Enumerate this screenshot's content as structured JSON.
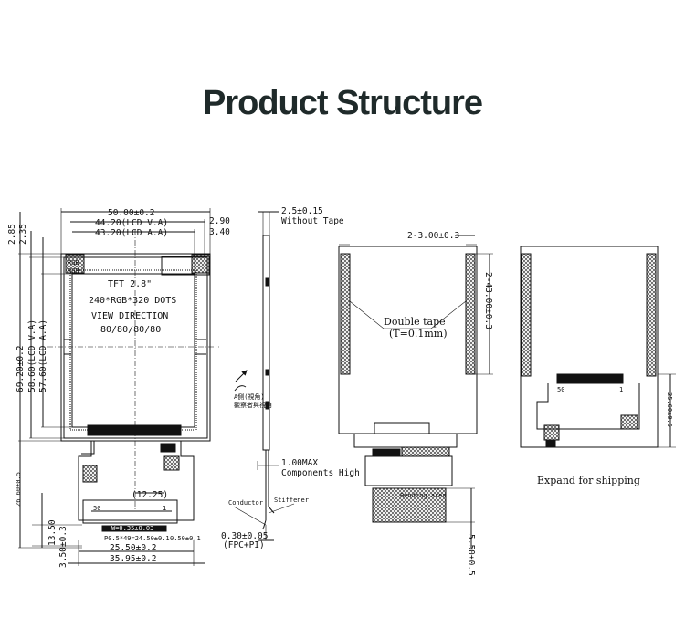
{
  "title": "Product Structure",
  "front_view": {
    "dims": {
      "outline_width": "50.00±0.2",
      "va_width": "44.20(LCD V.A)",
      "aa_width": "43.20(LCD A.A)",
      "right_va_offset": "2.90",
      "right_aa_offset": "3.40",
      "top_offset_1": "2.85",
      "top_offset_2": "2.35",
      "aa_height": "57.60(LCD A.A)",
      "va_height": "58.60(LCD V.A)",
      "outline_height": "69.20±0.2",
      "fpc_length": "26.60±0.5",
      "pitch_center": "(12.25)",
      "fpc_tail": "13.50",
      "stiffener_height": "3.50±0.3",
      "fpc_width": "25.50±0.2",
      "stiffener_width": "35.95±0.2",
      "pin_width": "W=0.35±0.03",
      "pin_pitch": "P0.5*49=24.50±0.1",
      "pin_tol": "0.50±0.1",
      "pin_50": "50",
      "pin_1": "1"
    },
    "lcd_text": {
      "line1": "TFT 2.8\"",
      "line2": "240*RGB*320 DOTS",
      "line3": "VIEW DIRECTION",
      "line4": "80/80/80/80"
    },
    "rgb_labels": [
      "RGB",
      "RGB"
    ]
  },
  "side_view": {
    "thickness": "2.5±0.15",
    "without_tape": "Without Tape",
    "components_max": "1.00MAX",
    "components_high": "Components High",
    "conductor": "Conductor",
    "stiffener": "Stiffener",
    "fpc_thickness": "0.30±0.05",
    "fpc_material": "(FPC+PI)",
    "view_label_1": "A側(視角)",
    "view_label_2": "觀察者與視角"
  },
  "back_view": {
    "tape_width": "2-3.00±0.3",
    "tape_length": "2-43.00±0.3",
    "double_tape": "Double tape",
    "tape_thickness": "(T=0.1mm)",
    "bending_area": "Bending area",
    "bottom_dim": "5.50±0.5"
  },
  "shipping_view": {
    "caption": "Expand for shipping",
    "right_dim": "25.60±0.5",
    "pin_50": "50",
    "pin_1": "1"
  }
}
